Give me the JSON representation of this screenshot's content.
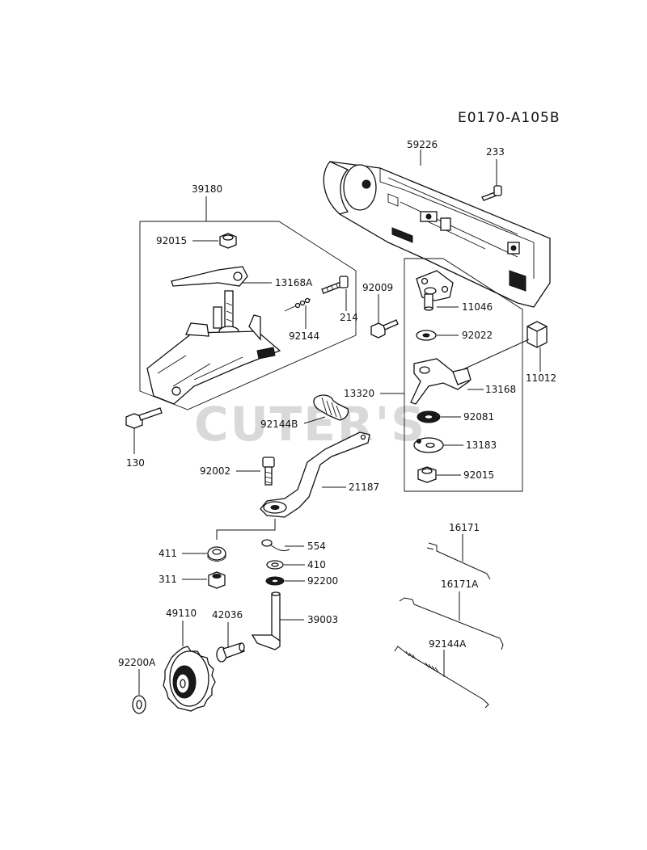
{
  "diagram": {
    "code": "E0170-A105B",
    "watermark": "CUTER'S"
  },
  "parts": {
    "p59226": "59226",
    "p233": "233",
    "p39180": "39180",
    "p92015a": "92015",
    "p13168A": "13168A",
    "p214": "214",
    "p92144": "92144",
    "p130": "130",
    "p92009": "92009",
    "p11046": "11046",
    "p92022": "92022",
    "p11012": "11012",
    "p13320": "13320",
    "p13168": "13168",
    "p92081": "92081",
    "p13183": "13183",
    "p92015b": "92015",
    "p92144B": "92144B",
    "p92002": "92002",
    "p21187": "21187",
    "p411": "411",
    "p311": "311",
    "p554": "554",
    "p410": "410",
    "p92200": "92200",
    "p39003": "39003",
    "p49110": "49110",
    "p42036": "42036",
    "p92200A": "92200A",
    "p16171": "16171",
    "p16171A": "16171A",
    "p92144A": "92144A"
  }
}
